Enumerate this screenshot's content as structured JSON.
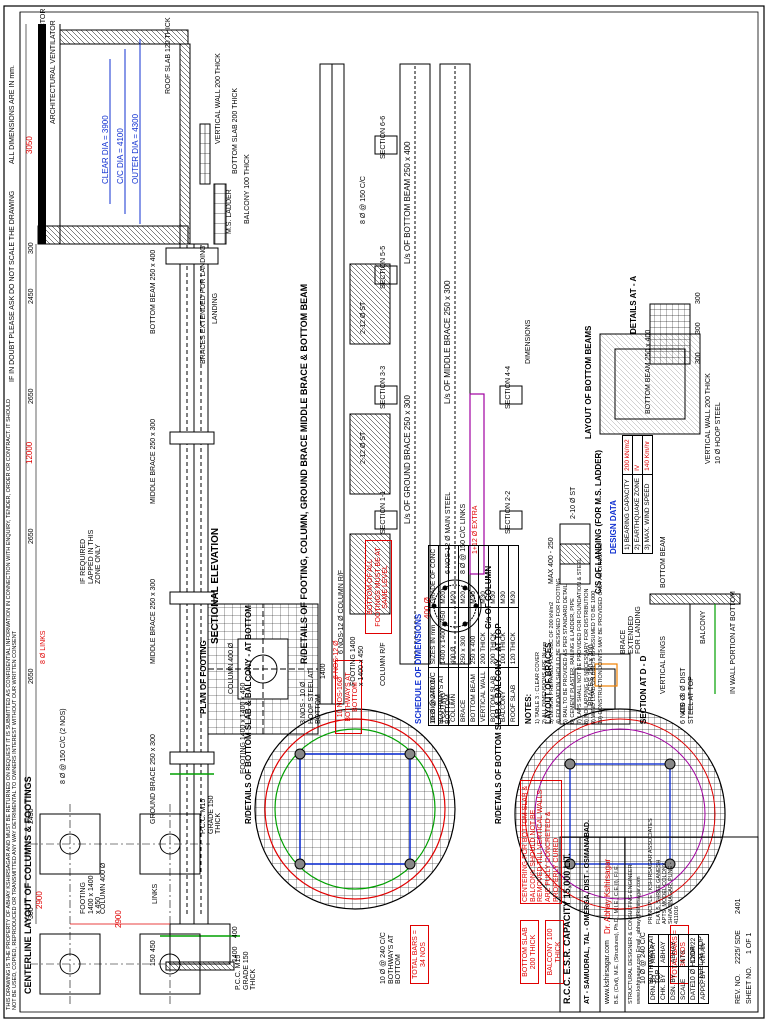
{
  "header": {
    "notice": "THIS DRAWING IS THE PROPERTY OF ABHAY KSHIRSAGAR AND MUST BE RETURNED ON REQUEST IT IS SUBMITTED AS CONFIDENTIAL INFORMATION IN CONNECTION WITH ENQUIRY, TENDER, ORDER OR CONTRACT. IT SHOULD NOT BE USED, COPIED, REPRODUCED OR TRANSMITTED ANY WAY DETRIMENTAL TO OWNERS INTEREST WITHOUT OUR WRITTEN CONSENT",
    "doubt": "IF IN DOUBT PLEASE ASK",
    "noscale": "DO NOT SCALE THE DRAWING",
    "dims": "ALL DIMENSIONS ARE IN mm."
  },
  "elevation": {
    "title": "SECTIONAL ELEVATION",
    "dim_total": "12000",
    "dim_top": "3050",
    "clear_dia": "CLEAR DIA = 3900",
    "cc_dia": "C/C DIA = 4100",
    "outer_dia": "OUTER DIA = 4300",
    "lightning": "LIGHTNING CONDUCTOR",
    "arch_ventilation": "ARCHITECTURAL VENTILATOR",
    "roof_slab": "ROOF SLAB 120 THICK",
    "vertical_wall": "VERTICAL WALL 200 THICK",
    "bottom_slab": "BOTTOM SLAB 200 THICK",
    "balcony": "BALCONY 100 THICK",
    "ms_ladder": "M.S. LADDER",
    "bottom_beam": "BOTTOM BEAM 250 x 400",
    "middle_brace_1": "MIDDLE BRACE 250 x 300",
    "middle_brace_2": "MIDDLE BRACE 250 x 300",
    "ground_brace": "GROUND BRACE 250 x 300",
    "footing": "FOOTING 1400 x 1400 x 450",
    "column": "COLUMN 400 Ø",
    "pcc": "P.C.C. M15 GRADE 150 THICK",
    "links": "LINKS",
    "stirrups": "8 Ø @ 150 C/C (2 NOS)",
    "landing": "LANDING",
    "braces_extended": "BRACES EXTENDED FOR LANDING",
    "lapped": "IF REQUIRED LAPPED IN THIS ZONE ONLY",
    "red_links": "8 Ø LINKS",
    "dims_left": [
      "300",
      "2450",
      "2650",
      "2650",
      "2650",
      "2450",
      "300"
    ],
    "levels": [
      "150",
      "450",
      "1400",
      "400"
    ]
  },
  "centerline": {
    "title": "CENTERLINE LAYOUT OF COLUMNS & FOOTINGS",
    "dim_a": "2900",
    "dim_b": "2900",
    "footing": "FOOTING 1400 x 1400 x 450",
    "column": "COLUMN 400 Ø",
    "pcc": "P.C.C. M15 GRADE 150 THICK"
  },
  "plan_footing": {
    "title": "PLAN OF FOOTING",
    "dim": "1400",
    "bars": "10 NOS-16Ø BOTHWAYS AT BOTTOM",
    "col": "6 NOS-12 Ø COLUMN R/F"
  },
  "rdetails": {
    "title": "R/DETAILS OF FOOTING, COLUMN, GROUND BRACE MIDDLE BRACE & BOTTOM BEAM",
    "ground": "L/s OF GROUND BRACE 250 x 300",
    "middle": "L/s OF MIDDLE BRACE 250 x 300",
    "bottom": "L/s OF BOTTOM BEAM 250 x 400",
    "sec11": "SECTION 1-1",
    "sec22": "SECTION 2-2",
    "sec33": "SECTION 3-3",
    "sec44": "SECTION 4-4",
    "sec55": "SECTION 5-5",
    "sec66": "SECTION 6-6",
    "dimensions": "DIMENSIONS",
    "footing_r": "FOOTING 1400 x 1400 x 450",
    "column_r": "COLUMN R/F",
    "red_note": "BOTTOM OF ALL FOOTINGS MUST BE AT SAME LEVEL",
    "bars_top": "2-12 Ø ST",
    "bars_mid": "2-12 Ø ST",
    "extra": "1+12 Ø EXTRA",
    "stirrup": "8 Ø @ 150 C/C",
    "red_col": "6 NOS-12 Ø"
  },
  "col_section": {
    "title": "C/s OF COLUMN",
    "dia": "400 Ø",
    "main": "6 NOS-12 Ø MAIN STEEL",
    "links": "8 Ø @ 150 C/C LINKS"
  },
  "schedule": {
    "title": "SCHEDULE OF DIMENSIONS",
    "headers": [
      "DESIGNATION",
      "SIZES IN mm",
      "GRADE OF CONC"
    ],
    "rows": [
      [
        "FOOTING",
        "1400 x 1400 x 450",
        "M20"
      ],
      [
        "COLUMN",
        "400 Ø",
        "M20"
      ],
      [
        "BRACE",
        "250 x 300",
        "M20"
      ],
      [
        "BOTTOM BEAM",
        "250 x 400",
        "M30"
      ],
      [
        "VERTICAL WALL",
        "200 THICK",
        "M30"
      ],
      [
        "BOTTOM SLAB",
        "200 THICK",
        "M30"
      ],
      [
        "BALCONY",
        "100 THICK",
        "M30"
      ],
      [
        "ROOF SLAB",
        "120 THICK",
        "M30"
      ]
    ]
  },
  "notes": {
    "title": "NOTES:",
    "lines": [
      "1) TABLE 3 : CLEAR COVER",
      "2) ALL DIMENSIONS ARE IN mm",
      "3) DESIGN PREPARED FOR SBC OF 200 kN/m2",
      "4) FOUNDATION SHOULD BE DESIGNED FOR FOOTING",
      "5) RAIL TO BE PROVIDED AS PER STANDARD DETAIL",
      "6) CEMENT PLASTER, RAILING & LADDER, PIPE",
      "7) LAPS SHALL NOT BE PROVIDED FOR FOUNDATION & STEEL",
      "8) NO LAPPING IS NECESSARY FOR DISTRIBUTION",
      "9) WIND LOAD ON BOLTS IS ASSUMED TO BE 1000",
      "10) CONSTRUCTION JOINTS MAY BE PROVIDED ONLY AS DIRECTED"
    ]
  },
  "design": {
    "title": "DESIGN DATA",
    "rows": [
      [
        "1) BEARING CAPACITY",
        "200 kN/m2"
      ],
      [
        "2) EARTHQUAKE ZONE",
        "IV"
      ],
      [
        "3) MAX. WIND SPEED",
        "140 Km/hr"
      ]
    ]
  },
  "landing": {
    "title": "C/S OF LANDING (FOR M.S. LADDER)",
    "dim": "MAX 400 - 250",
    "bars": "2-10 Ø ST"
  },
  "layout_braces": {
    "title": "LAYOUT OF BRACES",
    "brace": "BRACES 250 x 300",
    "ext": "BRACE EXTENDED FOR LANDING"
  },
  "section_dd": {
    "title": "SECTION AT D - D",
    "rings": "VERTICAL RINGS",
    "wall": "IN WALL PORTION AT BOTTOM",
    "balcony": "BALCONY",
    "beam": "BOTTOM BEAM",
    "dim": "400 Ø"
  },
  "bottom_beams": {
    "title": "LAYOUT OF BOTTOM BEAMS",
    "beam": "BOTTOM BEAM 250 x 400",
    "wall": "VERTICAL WALL 200 THICK",
    "hoop": "10 Ø HOOP STEEL"
  },
  "details_a": {
    "title": "DETAILS AT - A",
    "dims": [
      "300",
      "300",
      "300"
    ]
  },
  "slab_top": {
    "title": "R/DETAILS OF BOTTOM SLAB & BALCONY - AT TOP",
    "main": "10 Ø @ 240 C/C BOTHWAYS AT TOP",
    "total": "TOTAL BARS = 34 NOS",
    "hoop": "10 Ø HOOP STEEL AT TOP",
    "dist": "6 NOS - 8 Ø DIST STEEL AT TOP",
    "red_note": "CENTERING FOR BOTTOM SLAB & BALCONY SHOULD NOT BE REMOVED TILL VERTICAL WALLS ARE FULLY CONCRETED & PROPERLY CURED",
    "bottom_slab": "BOTTOM SLAB 200 THICK",
    "balcony": "BALCONY 100 THICK"
  },
  "slab_bottom": {
    "title": "R/DETAILS OF BOTTOM SLAB & BALCONY - AT BOTTOM",
    "main": "10 Ø @ 240 C/C BOTHWAYS AT BOTTOM",
    "total": "TOTAL BARS = 34 NOS",
    "hoop": "3 NOS - 10 Ø HOOP STEEL AT BOTTOM",
    "extra": "10 Ø @ 240 C/C BOTHWAYS AT BOTTOM"
  },
  "title_block": {
    "project": "R.C.C. E.S.R. CAPACITY 15,000 LIT.",
    "location": "AT - SAMUDRAL, TAL - OMERGA, DIST - OSMANABAD.",
    "website": "www.kshirsagar.com",
    "designer": "Dr. Abhay Kshirsagar",
    "designer_sub": "B.E. (Civil), M.E. (Structures), Ph.D., M.I.E., C.E.(I), F.I.E.",
    "designer_role": "STRUCTURAL DESIGNER & CONSULTING ENGINEER",
    "email": "www.kshirsagar.com Email : abhay@kshirsagar.com",
    "prin": "PRINCIPLE : KSHIRSAGAR ASSOCIATES",
    "address": "FLAT 5, SHREE GANESH APTS, MODEL COLONY, SHIVAJINAGAR, PUNE - 411016",
    "dwg_no": "2225/ SDE",
    "date": "2401",
    "sheet": "1 OF 1",
    "rows": [
      [
        "DRN. BY",
        "ABHAY"
      ],
      [
        "CHK. BY",
        "ABHAY"
      ],
      [
        "DSN. BY",
        "ABHAY"
      ],
      [
        "SCALE",
        "NTS"
      ],
      [
        "DATE",
        "12/04/22"
      ],
      [
        "APPD. BY",
        "KIRAN"
      ]
    ],
    "rev": "REV. NO.",
    "sheet_label": "SHEET NO."
  }
}
